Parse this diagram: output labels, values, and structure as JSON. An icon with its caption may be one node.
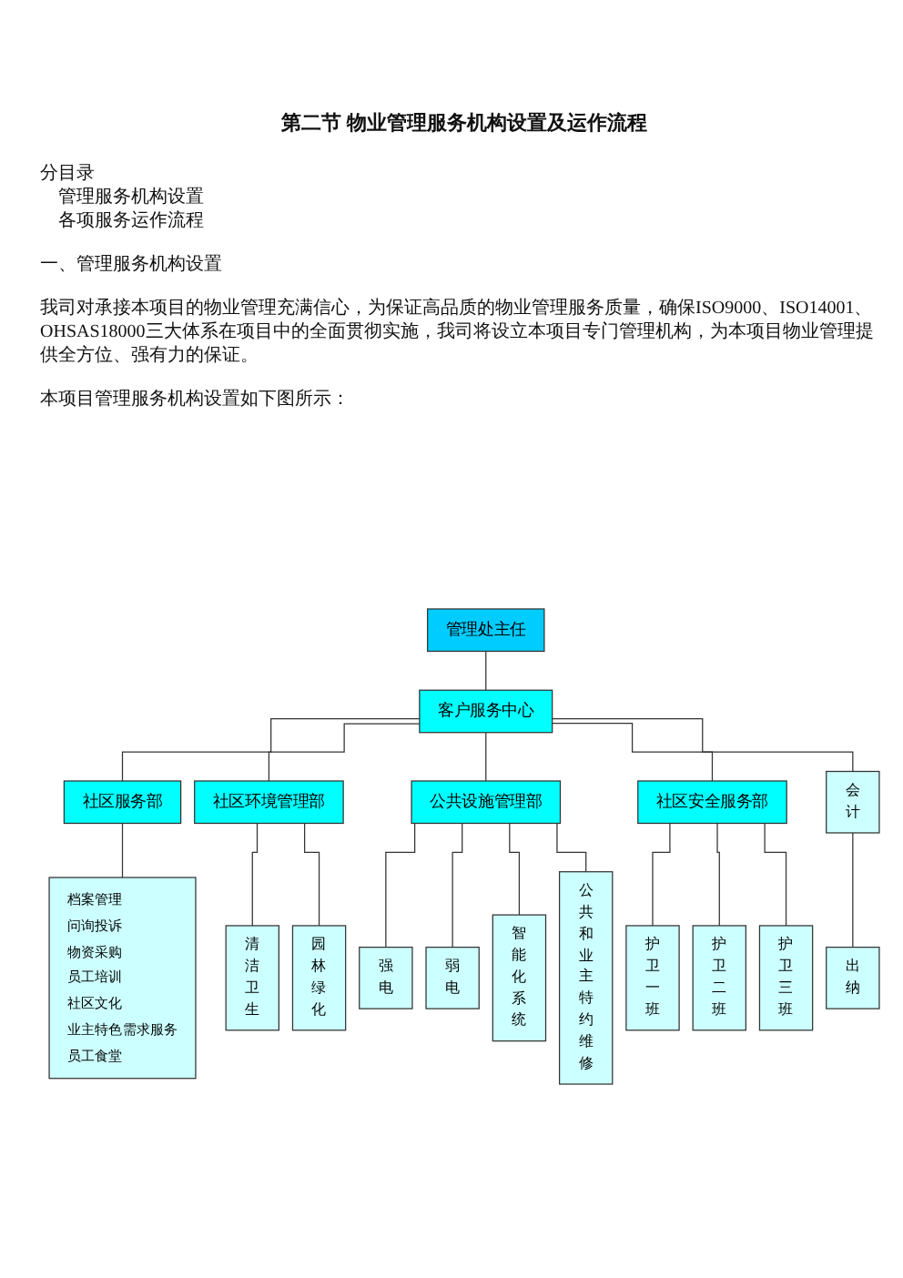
{
  "diagram": {
    "title": "第二节 物业管理服务机构设置及运作流程",
    "nodes": [
      {
        "text": [
          "管理处主任"
        ]
      },
      {
        "text": [
          "客户服务中心"
        ]
      },
      {
        "text": [
          "社区服务部"
        ]
      },
      {
        "text": [
          "社区环境管理部"
        ]
      },
      {
        "text": [
          "公共设施管理部"
        ]
      },
      {
        "text": [
          "社区安全服务部"
        ]
      },
      {
        "text": [
          "会计"
        ]
      },
      {
        "text": [
          "档案管理",
          "问询投诉",
          "物资采购",
          "员工培训",
          "社区文化",
          "业主特色需求服务",
          "员工食堂"
        ]
      },
      {
        "text": [
          "清洁卫生"
        ]
      },
      {
        "text": [
          "园林绿化"
        ]
      },
      {
        "text": [
          "强电"
        ]
      },
      {
        "text": [
          "弱电"
        ]
      },
      {
        "text": [
          "智能化系统"
        ]
      },
      {
        "text": [
          "公共和业主特约维修"
        ]
      },
      {
        "text": [
          "护卫一班"
        ]
      },
      {
        "text": [
          "护卫二班"
        ]
      },
      {
        "text": [
          "护卫三班"
        ]
      },
      {
        "text": [
          "出纳"
        ]
      }
    ],
    "edges": [
      {
        "from": 0,
        "to": 1,
        "arrow": "none"
      },
      {
        "from": 1,
        "to": 2,
        "arrow": "none"
      },
      {
        "from": 1,
        "to": 3,
        "arrow": "none"
      },
      {
        "from": 1,
        "to": 4,
        "arrow": "none"
      },
      {
        "from": 1,
        "to": 5,
        "arrow": "none"
      },
      {
        "from": 1,
        "to": 6,
        "arrow": "none"
      },
      {
        "from": 2,
        "to": 7,
        "arrow": "none"
      },
      {
        "from": 3,
        "to": 8,
        "arrow": "none"
      },
      {
        "from": 3,
        "to": 9,
        "arrow": "none"
      },
      {
        "from": 4,
        "to": 10,
        "arrow": "none"
      },
      {
        "from": 4,
        "to": 11,
        "arrow": "none"
      },
      {
        "from": 4,
        "to": 12,
        "arrow": "none"
      },
      {
        "from": 4,
        "to": 13,
        "arrow": "none"
      },
      {
        "from": 5,
        "to": 14,
        "arrow": "none"
      },
      {
        "from": 5,
        "to": 15,
        "arrow": "none"
      },
      {
        "from": 5,
        "to": 16,
        "arrow": "none"
      },
      {
        "from": 6,
        "to": 17,
        "arrow": "none"
      }
    ],
    "labels": [
      "分目录",
      "管理服务机构设置",
      "各项服务运作流程",
      "一、管理服务机构设置",
      "我司对承接本项目的物业管理充满信心，为保证高品质的物业管理服务质量，确保ISO9000、ISO14001、OHSAS18000三大体系在项目中的全面贯彻实施，我司将设立本项目专门管理机构，为本项目物业管理提供全方位、强有力的保证。",
      "本项目管理服务机构设置如下图所示："
    ]
  }
}
